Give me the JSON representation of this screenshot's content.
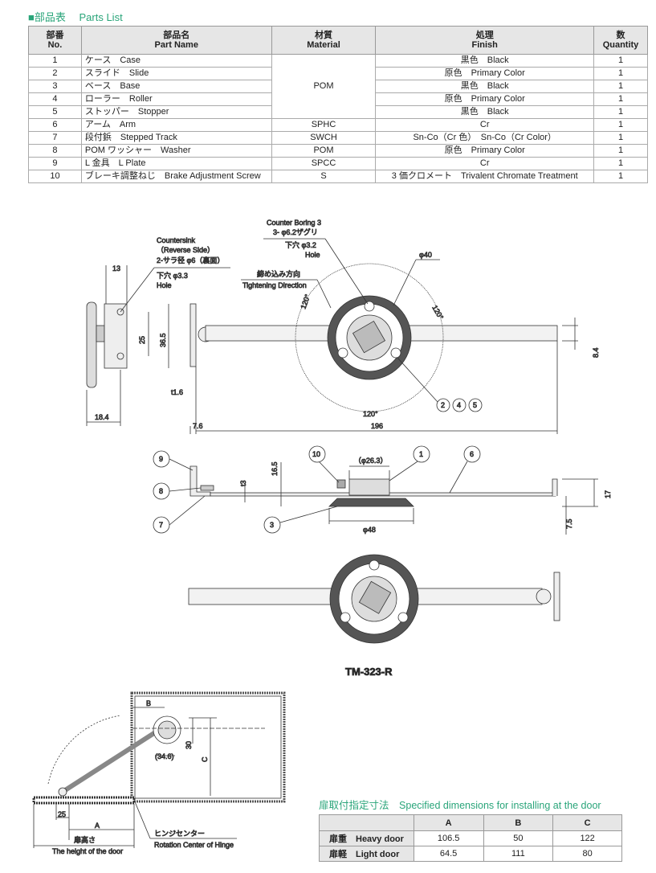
{
  "parts_title": {
    "jp": "部品表",
    "en": "Parts List"
  },
  "parts_headers": {
    "no_jp": "部番",
    "no_en": "No.",
    "name_jp": "部品名",
    "name_en": "Part Name",
    "mat_jp": "材質",
    "mat_en": "Material",
    "fin_jp": "処理",
    "fin_en": "Finish",
    "qty_jp": "数",
    "qty_en": "Quantity"
  },
  "parts": [
    {
      "no": "1",
      "name": "ケース　Case",
      "material": "POM",
      "finish": "黒色　Black",
      "qty": "1"
    },
    {
      "no": "2",
      "name": "スライド　Slide",
      "finish": "原色　Primary Color",
      "qty": "1"
    },
    {
      "no": "3",
      "name": "ベース　Base",
      "finish": "黒色　Black",
      "qty": "1"
    },
    {
      "no": "4",
      "name": "ローラー　Roller",
      "finish": "原色　Primary Color",
      "qty": "1"
    },
    {
      "no": "5",
      "name": "ストッパー　Stopper",
      "finish": "黒色　Black",
      "qty": "1"
    },
    {
      "no": "6",
      "name": "アーム　Arm",
      "material": "SPHC",
      "finish": "Cr",
      "qty": "1"
    },
    {
      "no": "7",
      "name": "段付鋲　Stepped Track",
      "material": "SWCH",
      "finish": "Sn-Co（Cr 色）　Sn-Co（Cr Color）",
      "qty": "1"
    },
    {
      "no": "8",
      "name": "POM ワッシャー　Washer",
      "material": "POM",
      "finish": "原色　Primary Color",
      "qty": "1"
    },
    {
      "no": "9",
      "name": "L 金具　L Plate",
      "material": "SPCC",
      "finish": "Cr",
      "qty": "1"
    },
    {
      "no": "10",
      "name": "ブレーキ調整ねじ　Brake Adjustment Screw",
      "material": "S",
      "finish": "3 価クロメート　Trivalent Chromate Treatment",
      "qty": "1"
    }
  ],
  "drawing": {
    "countersink": [
      "Countersink",
      "（Reverse Side）",
      "2-サラ径 φ6（裏面）",
      "下穴 φ3.3",
      "Hole"
    ],
    "counterbore": [
      "Counter Boring 3",
      "3- φ6.2ザグリ",
      "下穴 φ3.2",
      "Hole"
    ],
    "tightening": [
      "締め込み方向",
      "Tightening Direction"
    ],
    "dims": {
      "d13": "13",
      "d25": "25",
      "d365": "36.5",
      "t16": "t1.6",
      "d184": "18.4",
      "d76": "7.6",
      "d196": "196",
      "d84": "8.4",
      "phi40": "φ40",
      "a120a": "120°",
      "a120b": "120°",
      "a120c": "120°",
      "phi263": "（φ26.3）",
      "d165": "16.5",
      "t3": "t3",
      "phi48": "φ48",
      "d17": "17",
      "d75": "7.5"
    },
    "balloons": [
      "1",
      "2",
      "3",
      "4",
      "5",
      "6",
      "7",
      "8",
      "9",
      "10"
    ],
    "model": "TM-323-R"
  },
  "install": {
    "B": "B",
    "d30": "30",
    "d346": "(34.6)",
    "C": "C",
    "d25": "25",
    "A": "A",
    "door_jp": "扉高さ",
    "door_en": "The height of the door",
    "hinge_jp": "ヒンジセンター",
    "hinge_en": "Rotation Center of Hinge"
  },
  "spec": {
    "title_jp": "扉取付指定寸法",
    "title_en": "Specified dimensions for installing at the door",
    "headers": [
      "A",
      "B",
      "C"
    ],
    "rows": [
      {
        "label_jp": "扉重",
        "label_en": "Heavy door",
        "values": [
          "106.5",
          "50",
          "122"
        ]
      },
      {
        "label_jp": "扉軽",
        "label_en": "Light door",
        "values": [
          "64.5",
          "111",
          "80"
        ]
      }
    ]
  }
}
